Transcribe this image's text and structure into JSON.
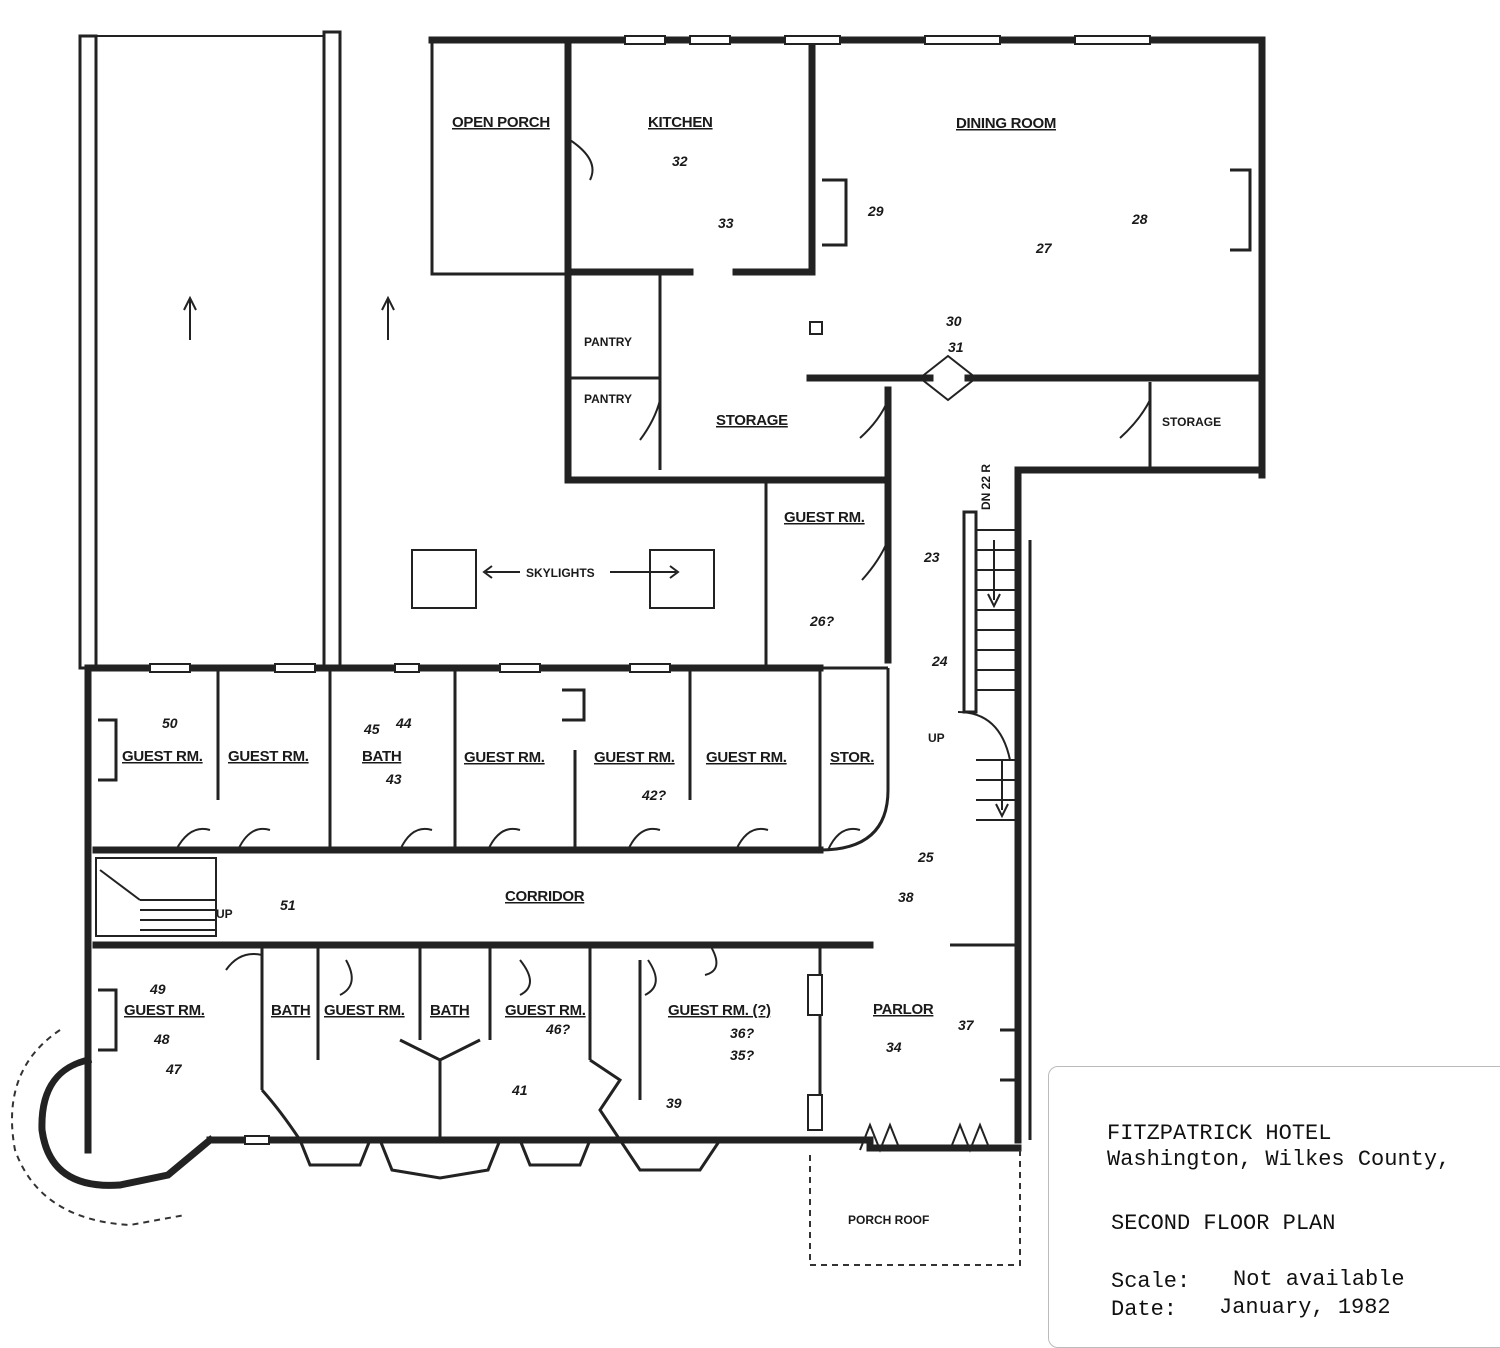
{
  "rooms": {
    "open_porch": "OPEN PORCH",
    "kitchen": "KITCHEN",
    "dining_room": "DINING ROOM",
    "pantry_1": "PANTRY",
    "pantry_2": "PANTRY",
    "storage_center": "STORAGE",
    "storage_right": "STORAGE",
    "guest_rm_upper_right": "GUEST RM.",
    "skylights": "SKYLIGHTS",
    "guest_rm_1": "GUEST RM.",
    "guest_rm_2": "GUEST RM.",
    "bath_1": "BATH",
    "guest_rm_3": "GUEST RM.",
    "guest_rm_4": "GUEST RM.",
    "guest_rm_5": "GUEST RM.",
    "stor": "STOR.",
    "corridor": "CORRIDOR",
    "guest_rm_6": "GUEST RM.",
    "bath_2": "BATH",
    "guest_rm_7": "GUEST RM.",
    "bath_3": "BATH",
    "guest_rm_8": "GUEST RM.",
    "guest_rm_9": "GUEST RM. (?)",
    "parlor": "PARLOR",
    "porch_roof": "PORCH ROOF",
    "stair_dn": "DN 22 R",
    "stair_up_1": "UP",
    "stair_up_2": "UP"
  },
  "photo_keys": {
    "k32": "32",
    "k33": "33",
    "k29": "29",
    "k28": "28",
    "k27": "27",
    "k30": "30",
    "k31": "31",
    "k26": "26?",
    "k23": "23",
    "k24": "24",
    "k25": "25",
    "k50": "50",
    "k44": "44",
    "k45": "45",
    "k43": "43",
    "k42": "42?",
    "k51": "51",
    "k38": "38",
    "k49": "49",
    "k48": "48",
    "k47": "47",
    "k46": "46?",
    "k41": "41",
    "k39": "39",
    "k36": "36?",
    "k35": "35?",
    "k34": "34",
    "k37": "37"
  },
  "title_block": {
    "name": "FITZPATRICK HOTEL",
    "location": "Washington, Wilkes County,",
    "plan": "SECOND FLOOR PLAN",
    "scale_label": "Scale:",
    "scale_value": "Not available",
    "date_label": "Date:",
    "date_value": "January, 1982"
  }
}
